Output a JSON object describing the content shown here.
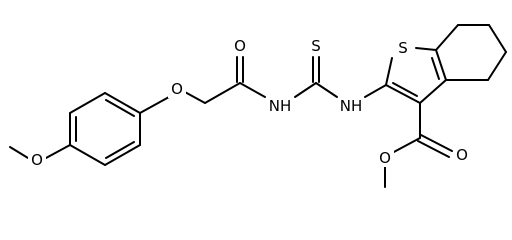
{
  "molecule": {
    "atoms": {
      "O": "O",
      "S": "S",
      "NH": "NH"
    }
  },
  "colors": {
    "bond": "#000000",
    "label": "#000000",
    "background": "#ffffff"
  }
}
